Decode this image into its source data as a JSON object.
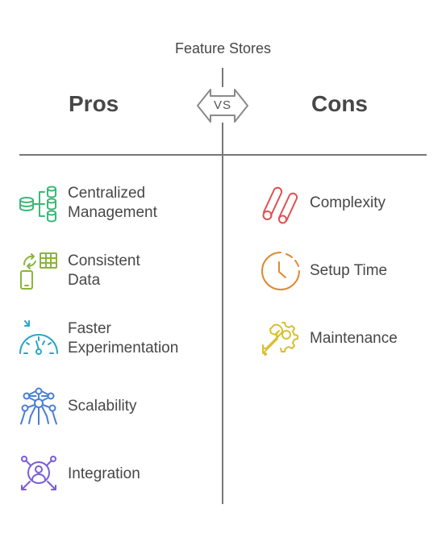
{
  "title": "Feature Stores",
  "vs_label": "VS",
  "pros": {
    "heading": "Pros",
    "items": [
      {
        "label": "Centralized\nManagement",
        "icon": "database-network-icon",
        "color": "#3cb878"
      },
      {
        "label": "Consistent\nData",
        "icon": "sync-devices-icon",
        "color": "#8cb43c"
      },
      {
        "label": "Faster\nExperimentation",
        "icon": "speedometer-icon",
        "color": "#2aa6c8"
      },
      {
        "label": "Scalability",
        "icon": "network-scale-icon",
        "color": "#4a7fd4"
      },
      {
        "label": "Integration",
        "icon": "user-integration-icon",
        "color": "#7b5cd6"
      }
    ]
  },
  "cons": {
    "heading": "Cons",
    "items": [
      {
        "label": "Complexity",
        "icon": "tangled-pipes-icon",
        "color": "#e05050"
      },
      {
        "label": "Setup Time",
        "icon": "clock-icon",
        "color": "#e08a30"
      },
      {
        "label": "Maintenance",
        "icon": "wrench-gear-icon",
        "color": "#d8c030"
      }
    ]
  }
}
